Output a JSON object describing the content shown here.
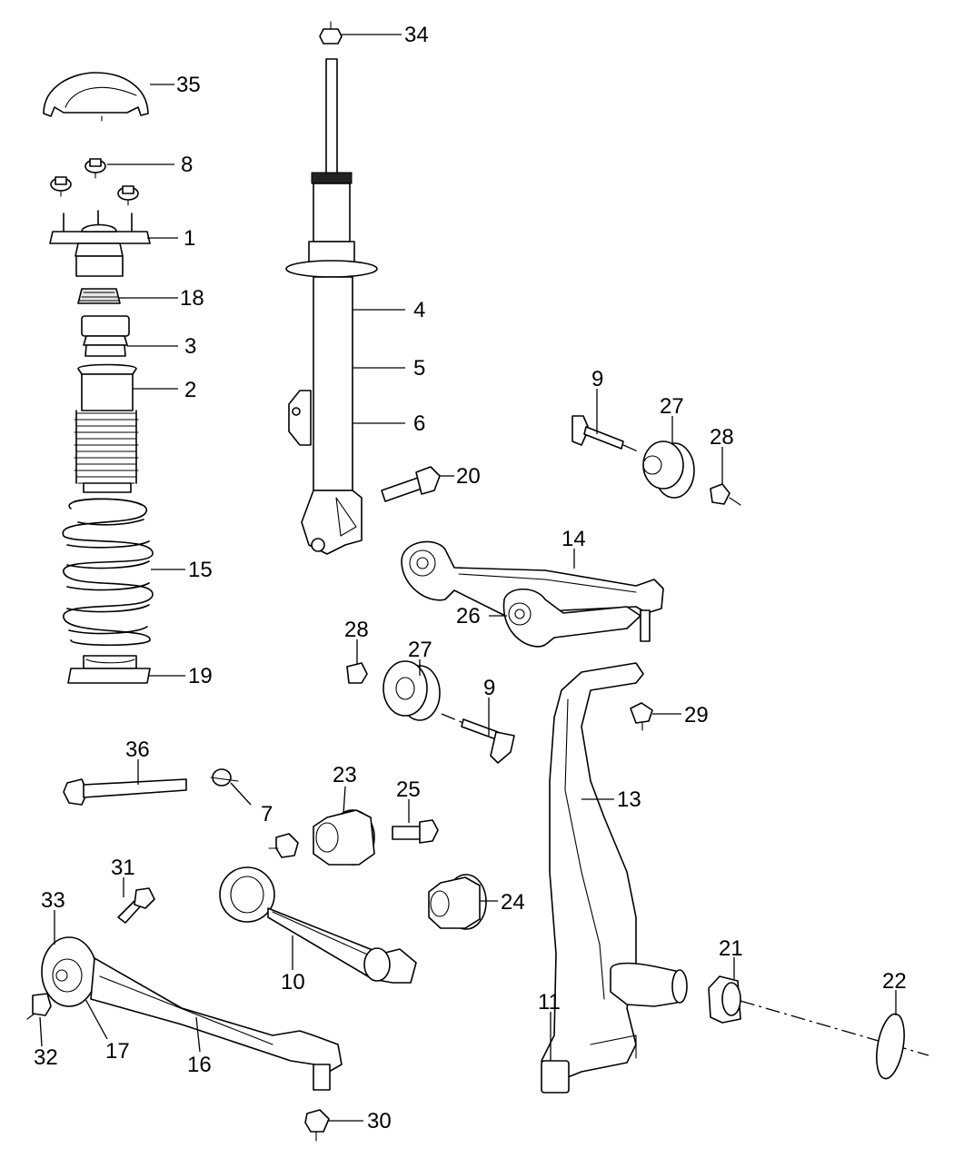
{
  "diagram": {
    "callouts": {
      "c34": "34",
      "c35": "35",
      "c8": "8",
      "c1": "1",
      "c18": "18",
      "c3": "3",
      "c2": "2",
      "c15": "15",
      "c19": "19",
      "c4": "4",
      "c5": "5",
      "c6": "6",
      "c20": "20",
      "c9a": "9",
      "c27a": "27",
      "c28a": "28",
      "c14": "14",
      "c26": "26",
      "c28b": "28",
      "c27b": "27",
      "c9b": "9",
      "c29": "29",
      "c13": "13",
      "c36": "36",
      "c7": "7",
      "c23": "23",
      "c25": "25",
      "c24": "24",
      "c31": "31",
      "c33": "33",
      "c10": "10",
      "c21": "21",
      "c22": "22",
      "c11": "11",
      "c32": "32",
      "c17": "17",
      "c16": "16",
      "c30": "30"
    }
  }
}
